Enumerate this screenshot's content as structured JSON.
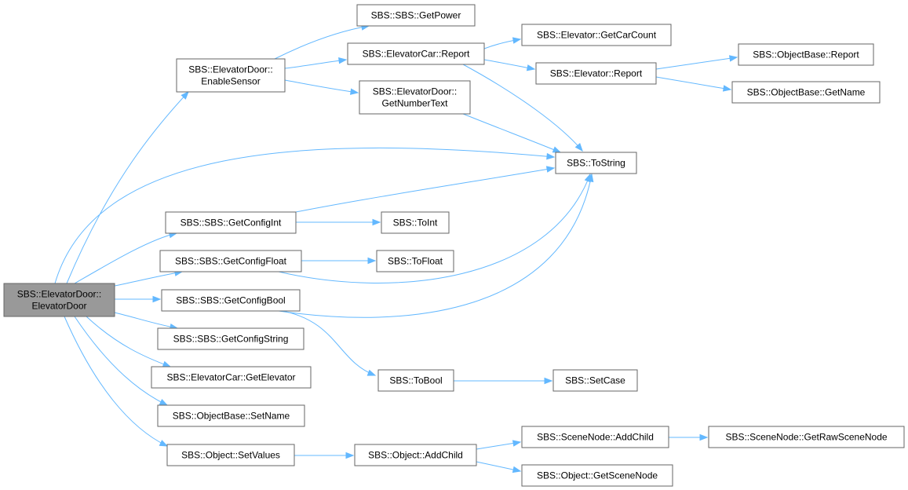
{
  "diagram": {
    "colors": {
      "edge": "#63b8ff",
      "node_border": "#666666",
      "root_fill": "#999999",
      "node_fill": "#ffffff"
    },
    "nodes": {
      "root": {
        "lines": [
          "SBS::ElevatorDoor::",
          "ElevatorDoor"
        ],
        "root": true
      },
      "enableSensor": {
        "lines": [
          "SBS::ElevatorDoor::",
          "EnableSensor"
        ]
      },
      "getPower": {
        "lines": [
          "SBS::SBS::GetPower"
        ]
      },
      "carReport": {
        "lines": [
          "SBS::ElevatorCar::Report"
        ]
      },
      "getNumText": {
        "lines": [
          "SBS::ElevatorDoor::",
          "GetNumberText"
        ]
      },
      "getCarCount": {
        "lines": [
          "SBS::Elevator::GetCarCount"
        ]
      },
      "elevReport": {
        "lines": [
          "SBS::Elevator::Report"
        ]
      },
      "objReport": {
        "lines": [
          "SBS::ObjectBase::Report"
        ]
      },
      "getName": {
        "lines": [
          "SBS::ObjectBase::GetName"
        ]
      },
      "toString": {
        "lines": [
          "SBS::ToString"
        ]
      },
      "cfgInt": {
        "lines": [
          "SBS::SBS::GetConfigInt"
        ]
      },
      "toInt": {
        "lines": [
          "SBS::ToInt"
        ]
      },
      "cfgFloat": {
        "lines": [
          "SBS::SBS::GetConfigFloat"
        ]
      },
      "toFloat": {
        "lines": [
          "SBS::ToFloat"
        ]
      },
      "cfgBool": {
        "lines": [
          "SBS::SBS::GetConfigBool"
        ]
      },
      "cfgString": {
        "lines": [
          "SBS::SBS::GetConfigString"
        ]
      },
      "getElevator": {
        "lines": [
          "SBS::ElevatorCar::GetElevator"
        ]
      },
      "toBool": {
        "lines": [
          "SBS::ToBool"
        ]
      },
      "setCase": {
        "lines": [
          "SBS::SetCase"
        ]
      },
      "setName": {
        "lines": [
          "SBS::ObjectBase::SetName"
        ]
      },
      "setValues": {
        "lines": [
          "SBS::Object::SetValues"
        ]
      },
      "addChild": {
        "lines": [
          "SBS::Object::AddChild"
        ]
      },
      "snAddChild": {
        "lines": [
          "SBS::SceneNode::AddChild"
        ]
      },
      "getRawSN": {
        "lines": [
          "SBS::SceneNode::GetRawSceneNode"
        ]
      },
      "getSN": {
        "lines": [
          "SBS::Object::GetSceneNode"
        ]
      }
    },
    "edges": [
      [
        "root",
        "enableSensor"
      ],
      [
        "root",
        "toString"
      ],
      [
        "root",
        "cfgInt"
      ],
      [
        "root",
        "cfgFloat"
      ],
      [
        "root",
        "cfgBool"
      ],
      [
        "root",
        "cfgString"
      ],
      [
        "root",
        "getElevator"
      ],
      [
        "root",
        "setName"
      ],
      [
        "root",
        "setValues"
      ],
      [
        "enableSensor",
        "getPower"
      ],
      [
        "enableSensor",
        "carReport"
      ],
      [
        "enableSensor",
        "getNumText"
      ],
      [
        "carReport",
        "getCarCount"
      ],
      [
        "carReport",
        "elevReport"
      ],
      [
        "carReport",
        "toString"
      ],
      [
        "elevReport",
        "objReport"
      ],
      [
        "elevReport",
        "getName"
      ],
      [
        "getNumText",
        "toString"
      ],
      [
        "cfgInt",
        "toString"
      ],
      [
        "cfgInt",
        "toInt"
      ],
      [
        "cfgFloat",
        "toString"
      ],
      [
        "cfgFloat",
        "toFloat"
      ],
      [
        "cfgBool",
        "toString"
      ],
      [
        "cfgBool",
        "toBool"
      ],
      [
        "toBool",
        "setCase"
      ],
      [
        "setValues",
        "addChild"
      ],
      [
        "addChild",
        "snAddChild"
      ],
      [
        "addChild",
        "getSN"
      ],
      [
        "snAddChild",
        "getRawSN"
      ]
    ]
  }
}
